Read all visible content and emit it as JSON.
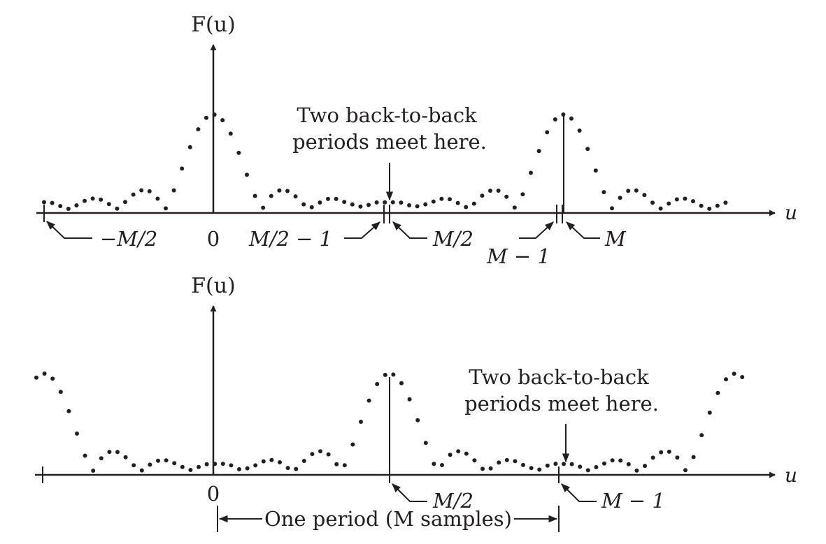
{
  "top": {
    "ylabel": "F(u)",
    "xlabel": "u",
    "note_line1": "Two back-to-back",
    "note_line2": "periods meet here.",
    "labels": {
      "neg_m_half": "−M/2",
      "zero": "0",
      "m_half_minus_1": "M/2 − 1",
      "m_half": "M/2",
      "m_minus_1": "M − 1",
      "m": "M"
    }
  },
  "bottom": {
    "ylabel": "F(u)",
    "xlabel": "u",
    "note_line1": "Two back-to-back",
    "note_line2": "periods meet here.",
    "labels": {
      "zero": "0",
      "m_half": "M/2",
      "m_minus_1": "M − 1",
      "period": "One period (M samples)"
    }
  },
  "colors": {
    "ink": "#231f20",
    "background": "#ffffff"
  }
}
